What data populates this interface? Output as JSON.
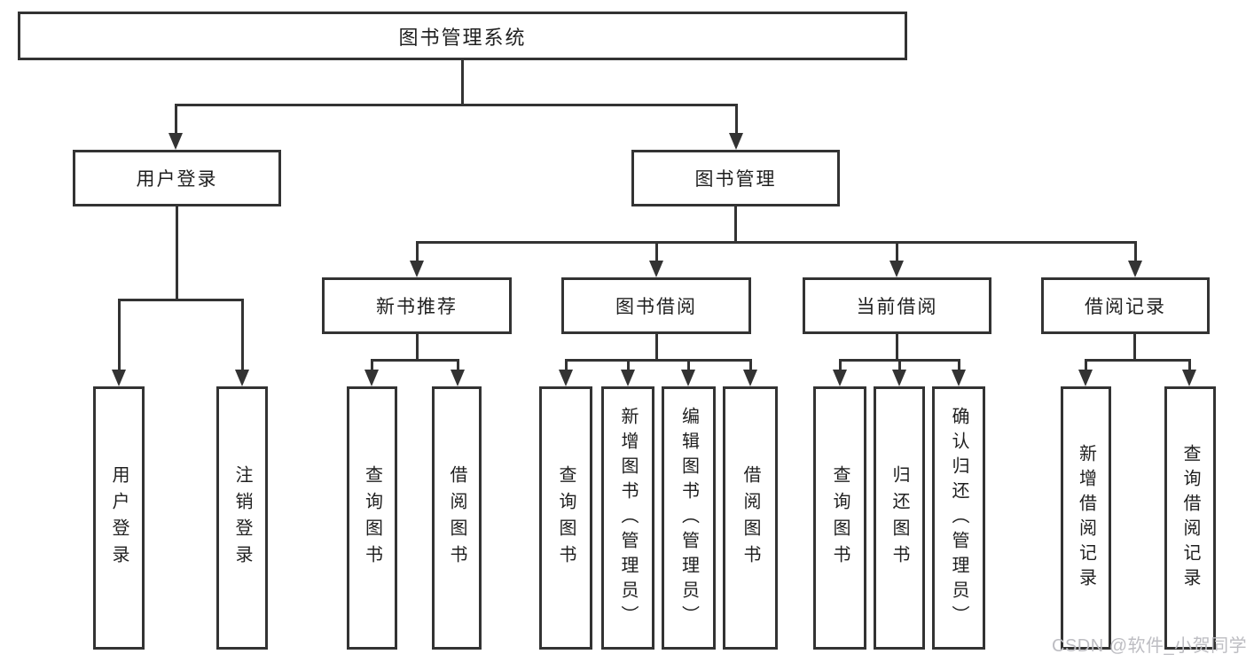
{
  "diagram": {
    "title_node": "图书管理系统",
    "nodes": {
      "root": "图书管理系统",
      "user_login": "用户登录",
      "book_mgmt": "图书管理",
      "new_book_rec": "新书推荐",
      "book_borrow": "图书借阅",
      "current_borrow": "当前借阅",
      "borrow_records": "借阅记录",
      "login": "用户登录",
      "logout": "注销登录",
      "rec_query_book": "查询图书",
      "rec_borrow_book": "借阅图书",
      "bb_query_book": "查询图书",
      "bb_add_book": "新增图书（管理员）",
      "bb_edit_book": "编辑图书（管理员）",
      "bb_borrow_book": "借阅图书",
      "cb_query_book": "查询图书",
      "cb_return_book": "归还图书",
      "cb_confirm_return": "确认归还（管理员）",
      "br_add_record": "新增借阅记录",
      "br_query_record": "查询借阅记录"
    },
    "colors": {
      "line": "#333333",
      "text": "#1f1f1f",
      "background": "#ffffff",
      "watermark": "#bdbdc2"
    }
  },
  "watermark": "CSDN @软件_小贺同学"
}
